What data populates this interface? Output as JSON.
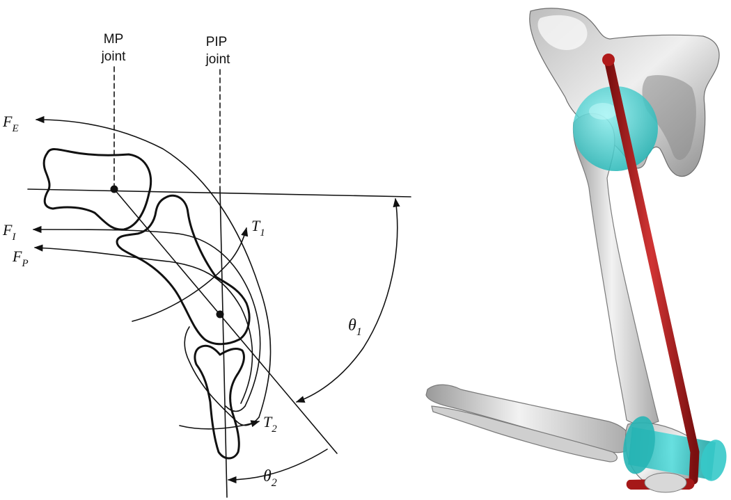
{
  "left_figure": {
    "joints": {
      "mp": [
        "MP",
        "joint"
      ],
      "pip": [
        "PIP",
        "joint"
      ]
    },
    "forces": {
      "fe": {
        "main": "F",
        "sub": "E"
      },
      "fi": {
        "main": "F",
        "sub": "I"
      },
      "fp": {
        "main": "F",
        "sub": "P"
      }
    },
    "torques": {
      "t1": {
        "main": "T",
        "sub": "1"
      },
      "t2": {
        "main": "T",
        "sub": "2"
      }
    },
    "angles": {
      "theta1": {
        "main": "θ",
        "sub": "1"
      },
      "theta2": {
        "main": "θ",
        "sub": "2"
      }
    }
  },
  "right_figure": {
    "colors": {
      "bone": "#d9d9d9",
      "joint": "#2cc4c4",
      "muscle": "#b01a1a"
    }
  }
}
